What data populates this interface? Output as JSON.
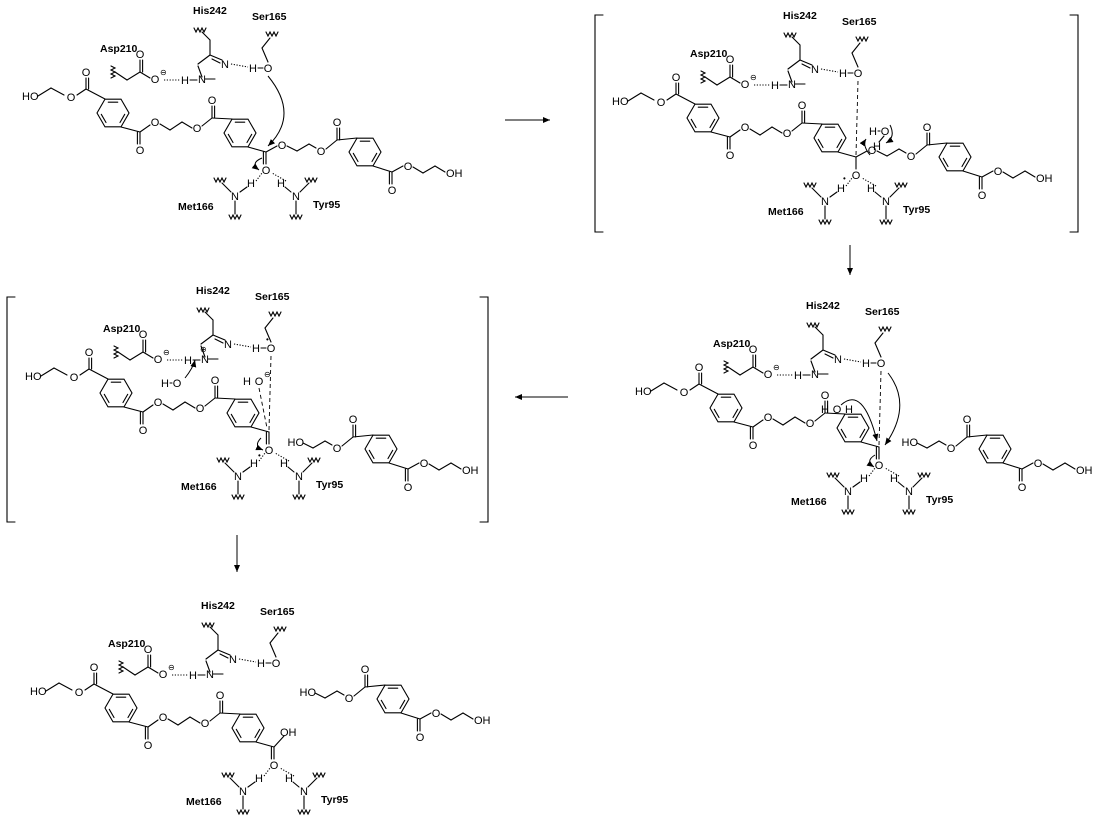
{
  "residues": {
    "his": "His242",
    "ser": "Ser165",
    "asp": "Asp210",
    "met": "Met166",
    "tyr": "Tyr95"
  },
  "atoms": {
    "HO": "HO",
    "OH": "OH",
    "O": "O",
    "N": "N",
    "H": "H"
  },
  "charges": {
    "minus": "⊖",
    "plus": "⊕",
    "dot": "•"
  },
  "panels": [
    {
      "stage": 1,
      "cleaved": false,
      "bracketed": false
    },
    {
      "stage": 2,
      "cleaved": false,
      "bracketed": true
    },
    {
      "stage": 3,
      "cleaved": true,
      "bracketed": false
    },
    {
      "stage": 4,
      "cleaved": true,
      "bracketed": true
    },
    {
      "stage": 5,
      "cleaved": true,
      "bracketed": false
    }
  ]
}
